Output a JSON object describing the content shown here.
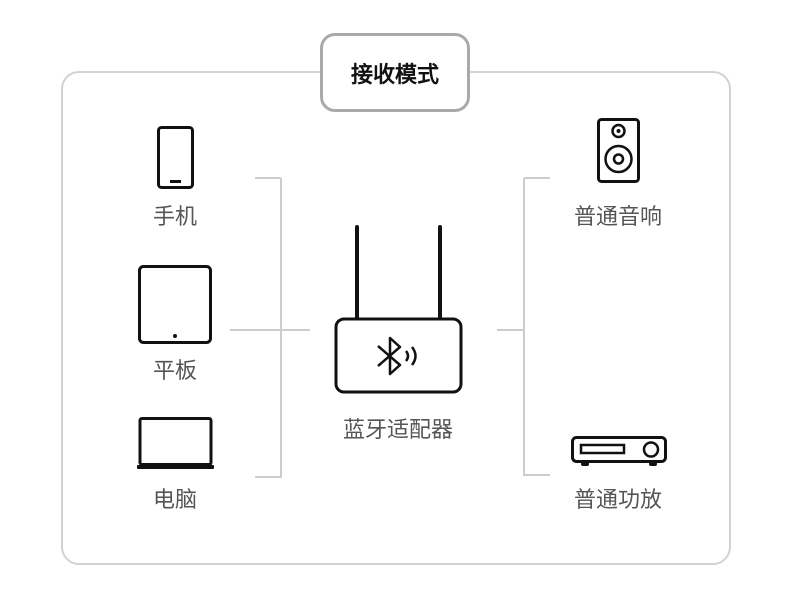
{
  "title": "接收模式",
  "sources": [
    {
      "label": "手机",
      "icon": "phone-icon"
    },
    {
      "label": "平板",
      "icon": "tablet-icon"
    },
    {
      "label": "电脑",
      "icon": "laptop-icon"
    }
  ],
  "center": {
    "label": "蓝牙适配器",
    "icon": "bluetooth-adapter-icon"
  },
  "outputs": [
    {
      "label": "普通音响",
      "icon": "speaker-icon"
    },
    {
      "label": "普通功放",
      "icon": "amplifier-icon"
    }
  ]
}
